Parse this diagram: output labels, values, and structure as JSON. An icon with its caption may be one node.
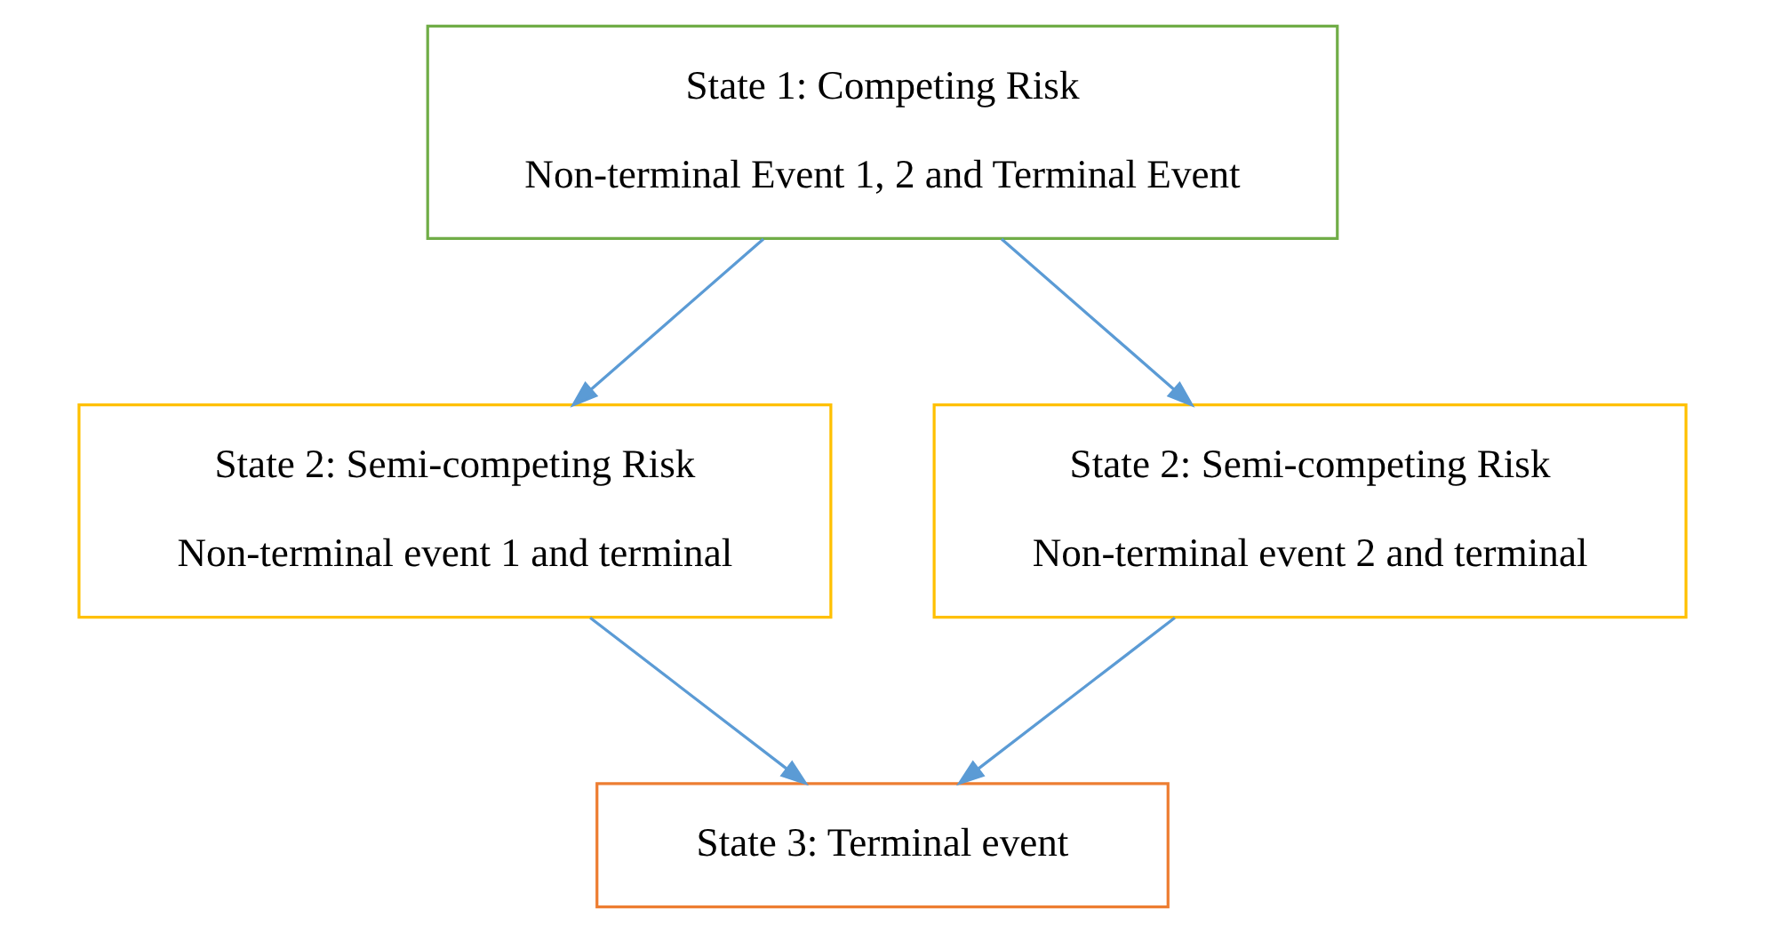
{
  "diagram": {
    "nodes": [
      {
        "text": [
          "State 1: Competing Risk",
          "Non-terminal Event 1, 2 and Terminal Event"
        ]
      },
      {
        "text": [
          "State 2: Semi-competing Risk",
          "Non-terminal event 1 and terminal"
        ]
      },
      {
        "text": [
          "State 2: Semi-competing Risk",
          "Non-terminal event 2 and terminal"
        ]
      },
      {
        "text": [
          "State 3: Terminal event"
        ]
      }
    ],
    "edges": [
      {
        "from": 0,
        "to": 1,
        "arrow": "to"
      },
      {
        "from": 0,
        "to": 2,
        "arrow": "to"
      },
      {
        "from": 1,
        "to": 3,
        "arrow": "to"
      },
      {
        "from": 2,
        "to": 3,
        "arrow": "to"
      }
    ]
  }
}
